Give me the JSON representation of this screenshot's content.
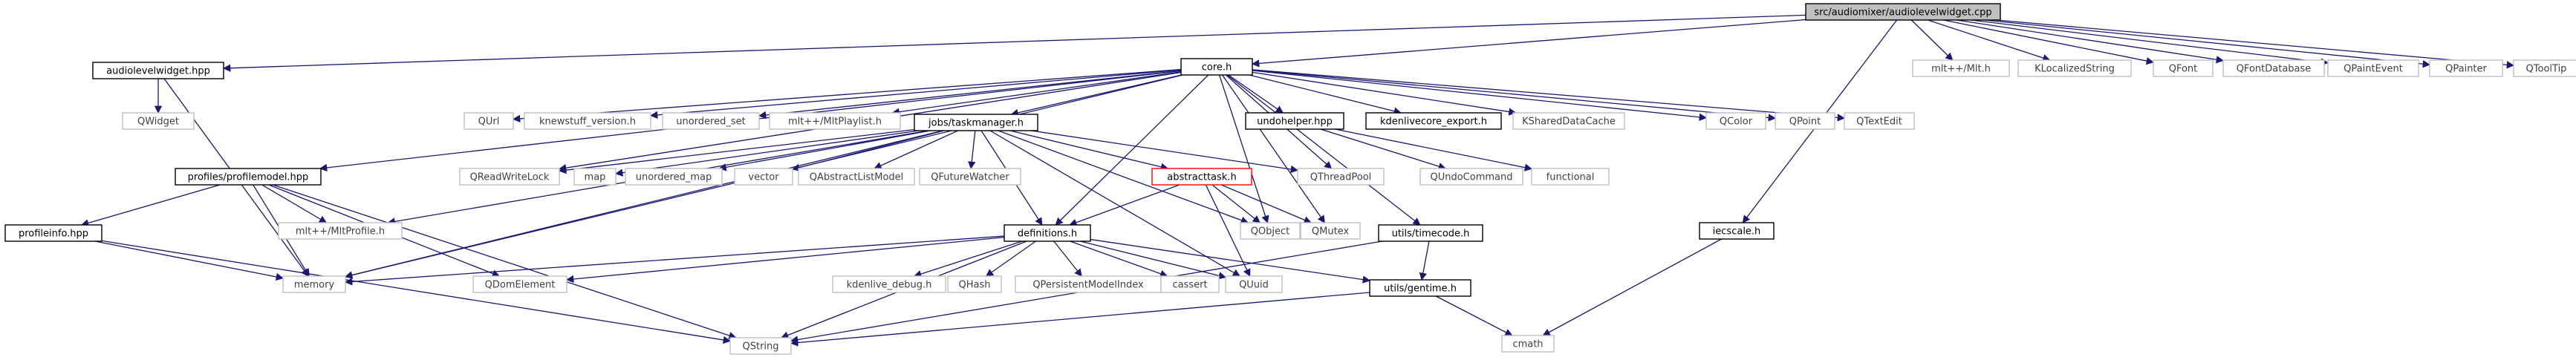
{
  "colors": {
    "edge": "#191970",
    "edge_dark": "#404040",
    "root_fill": "#bfbfbf",
    "root_stroke": "#000000",
    "internal_stroke": "#000000",
    "external_stroke": "#bfbfbf",
    "incomplete_stroke": "#ff0000",
    "text_dark": "#000000",
    "text_external": "#404040"
  },
  "nodes": {
    "root": "src/audiomixer/audiolevelwidget.cpp",
    "audiolevelwidget_hpp": "audiolevelwidget.hpp",
    "qwidget": "QWidget",
    "core_h": "core.h",
    "mltpp_mlt_h": "mlt++/Mlt.h",
    "klocalizedstring": "KLocalizedString",
    "qfont": "QFont",
    "qfontdatabase": "QFontDatabase",
    "qpaintevent": "QPaintEvent",
    "qpainter": "QPainter",
    "qtooltip": "QToolTip",
    "profiles_profilemodel_hpp": "profiles/profilemodel.hpp",
    "qurl": "QUrl",
    "knewstuff_version_h": "knewstuff_version.h",
    "unordered_set": "unordered_set",
    "mltplaylist_h": "mlt++/MltPlaylist.h",
    "jobs_taskmanager_h": "jobs/taskmanager.h",
    "undohelper_hpp": "undohelper.hpp",
    "kdenlivecore_export_h": "kdenlivecore_export.h",
    "kshareddatacache": "KSharedDataCache",
    "qcolor": "QColor",
    "qpoint": "QPoint",
    "qtextedit": "QTextEdit",
    "qreadwritelock": "QReadWriteLock",
    "map": "map",
    "unordered_map": "unordered_map",
    "vector": "vector",
    "qabstractlistmodel": "QAbstractListModel",
    "qfuturewatcher": "QFutureWatcher",
    "abstracttask_h": "abstracttask.h",
    "qthreadpool": "QThreadPool",
    "qundocommand": "QUndoCommand",
    "functional": "functional",
    "mltprofile_h": "mlt++/MltProfile.h",
    "qobject": "QObject",
    "qmutex": "QMutex",
    "iecscale_h": "iecscale.h",
    "profileinfo_hpp": "profileinfo.hpp",
    "definitions_h": "definitions.h",
    "utils_timecode_h": "utils/timecode.h",
    "memory": "memory",
    "qdomelement": "QDomElement",
    "kdenlive_debug_h": "kdenlive_debug.h",
    "qhash": "QHash",
    "qpersistentmodelindex": "QPersistentModelIndex",
    "cassert": "cassert",
    "quuid": "QUuid",
    "utils_gentime_h": "utils/gentime.h",
    "cmath": "cmath",
    "qstring": "QString"
  }
}
